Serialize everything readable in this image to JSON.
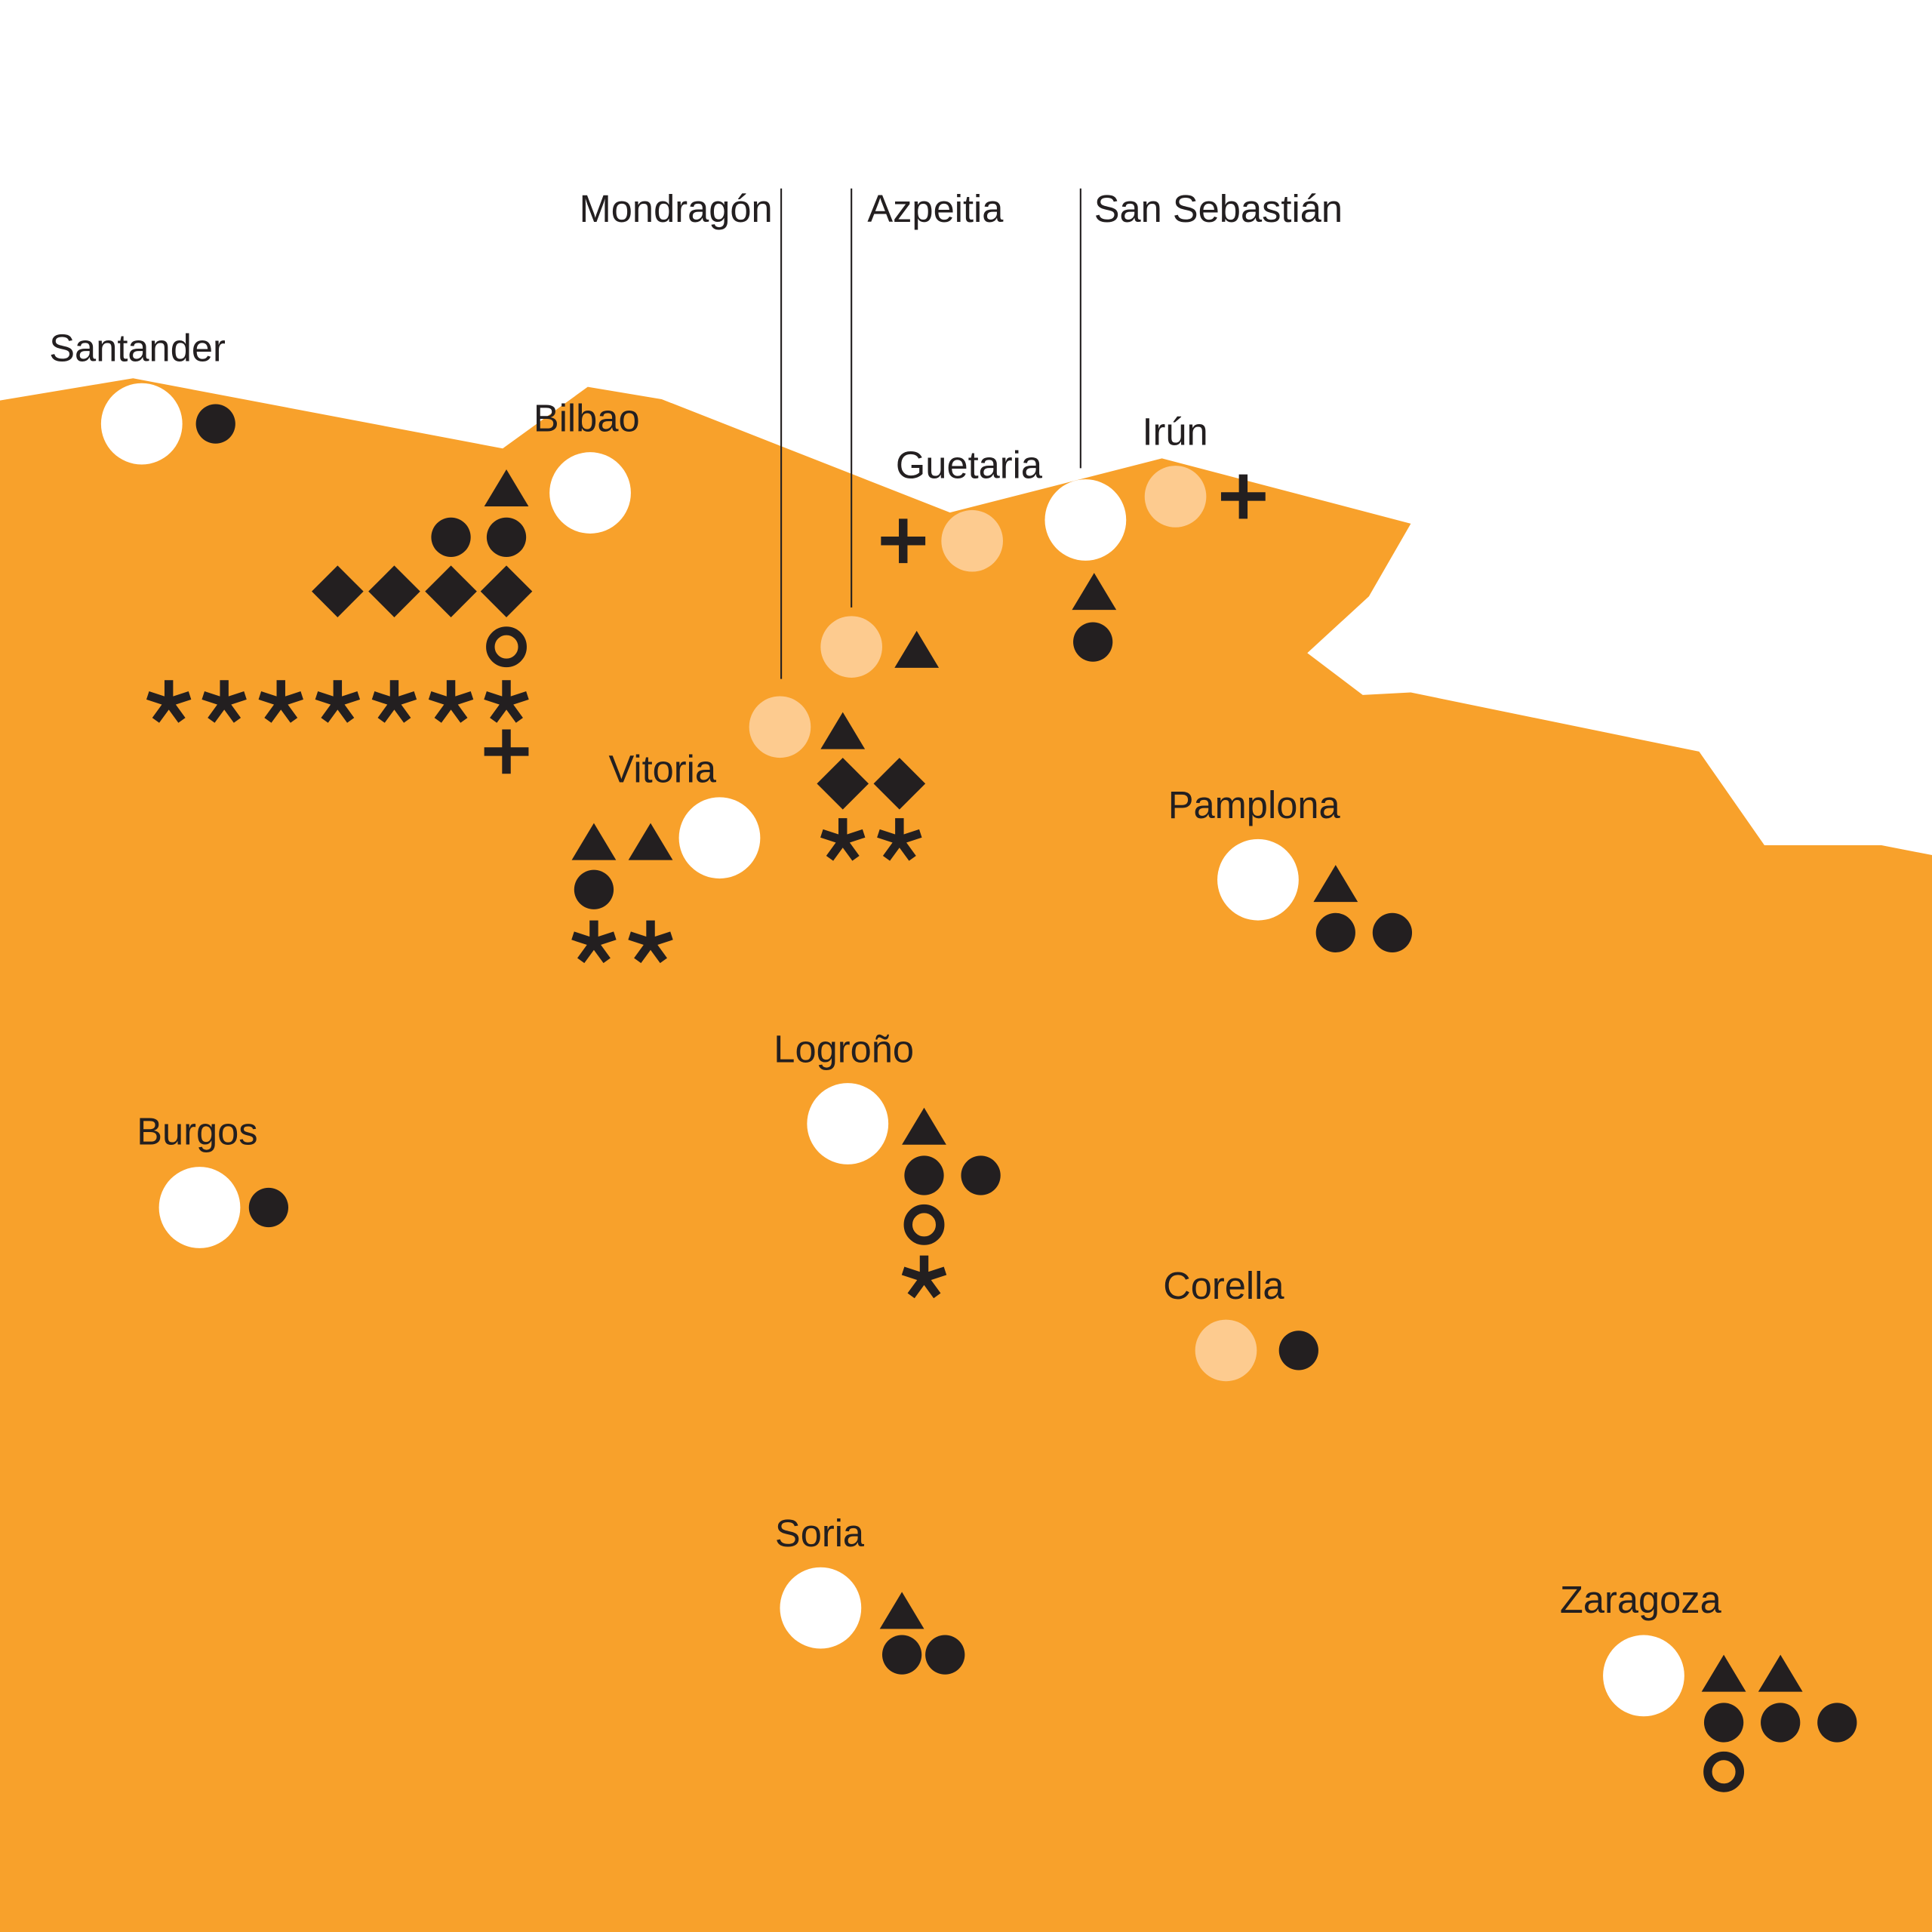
{
  "colors": {
    "land": "#F8A12B",
    "sea": "#FFFFFF",
    "ink": "#231F20",
    "major_city": "#FFFFFF",
    "minor_city": "#FDCB8F"
  },
  "cities": [
    {
      "name": "Santander",
      "kind": "major",
      "symbols": [
        "dot"
      ]
    },
    {
      "name": "Bilbao",
      "kind": "major",
      "symbols": [
        "triangle",
        "dot",
        "dot",
        "diamond",
        "diamond",
        "diamond",
        "diamond",
        "ring",
        "asterisk",
        "asterisk",
        "asterisk",
        "asterisk",
        "asterisk",
        "asterisk",
        "asterisk",
        "plus"
      ]
    },
    {
      "name": "Mondragón",
      "kind": "minor",
      "symbols": [
        "triangle",
        "diamond",
        "diamond",
        "asterisk",
        "asterisk"
      ]
    },
    {
      "name": "Azpeitia",
      "kind": "minor",
      "symbols": [
        "triangle"
      ]
    },
    {
      "name": "Guetaria",
      "kind": "minor",
      "symbols": [
        "plus"
      ]
    },
    {
      "name": "San Sebastián",
      "kind": "major",
      "symbols": [
        "triangle",
        "dot"
      ]
    },
    {
      "name": "Irún",
      "kind": "minor",
      "symbols": [
        "plus"
      ]
    },
    {
      "name": "Vitoria",
      "kind": "major",
      "symbols": [
        "triangle",
        "triangle",
        "dot",
        "asterisk",
        "asterisk"
      ]
    },
    {
      "name": "Pamplona",
      "kind": "major",
      "symbols": [
        "triangle",
        "dot",
        "dot"
      ]
    },
    {
      "name": "Logroño",
      "kind": "major",
      "symbols": [
        "triangle",
        "dot",
        "dot",
        "ring",
        "asterisk"
      ]
    },
    {
      "name": "Burgos",
      "kind": "major",
      "symbols": [
        "dot"
      ]
    },
    {
      "name": "Corella",
      "kind": "minor",
      "symbols": [
        "dot"
      ]
    },
    {
      "name": "Soria",
      "kind": "major",
      "symbols": [
        "triangle",
        "dot",
        "dot"
      ]
    },
    {
      "name": "Zaragoza",
      "kind": "major",
      "symbols": [
        "triangle",
        "triangle",
        "dot",
        "dot",
        "dot",
        "ring"
      ]
    }
  ]
}
